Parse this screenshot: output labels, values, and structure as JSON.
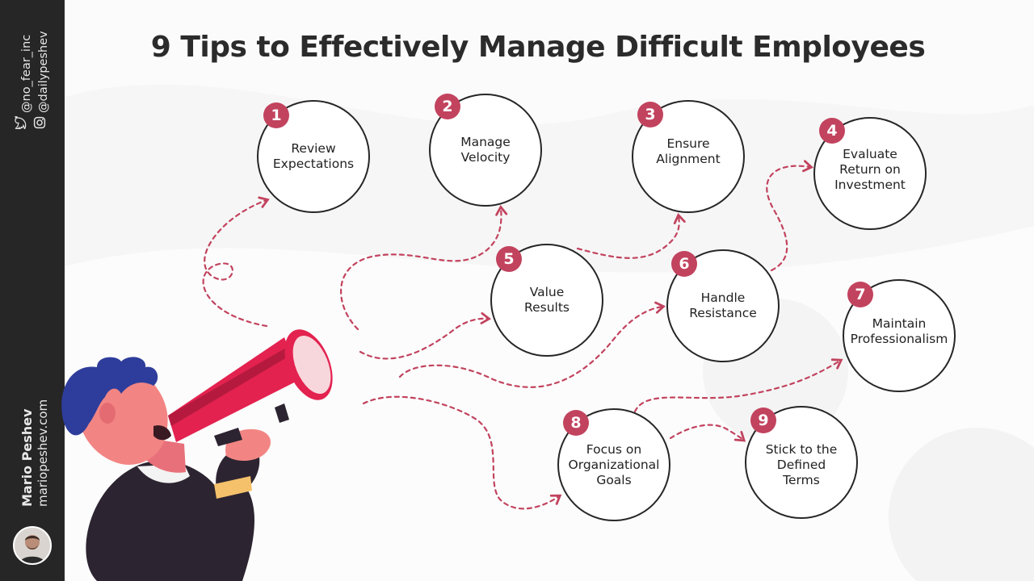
{
  "title": "9 Tips to Effectively Manage Difficult Employees",
  "social": {
    "twitter_handle": "@no_fear_inc",
    "instagram_handle": "@dailypeshev"
  },
  "author": {
    "name": "Mario Peshev",
    "website": "mariopeshev.com"
  },
  "colors": {
    "accent": "#c2435e",
    "sidebar": "#262626",
    "megaphone": "#e3224f",
    "hair": "#2e3d9b"
  },
  "tips": [
    {
      "number": "1",
      "label": "Review Expectations"
    },
    {
      "number": "2",
      "label": "Manage Velocity"
    },
    {
      "number": "3",
      "label": "Ensure Alignment"
    },
    {
      "number": "4",
      "label": "Evaluate Return on Investment"
    },
    {
      "number": "5",
      "label": "Value Results"
    },
    {
      "number": "6",
      "label": "Handle Resistance"
    },
    {
      "number": "7",
      "label": "Maintain Professionalism"
    },
    {
      "number": "8",
      "label": "Focus on Organizational Goals"
    },
    {
      "number": "9",
      "label": "Stick to the Defined Terms"
    }
  ]
}
